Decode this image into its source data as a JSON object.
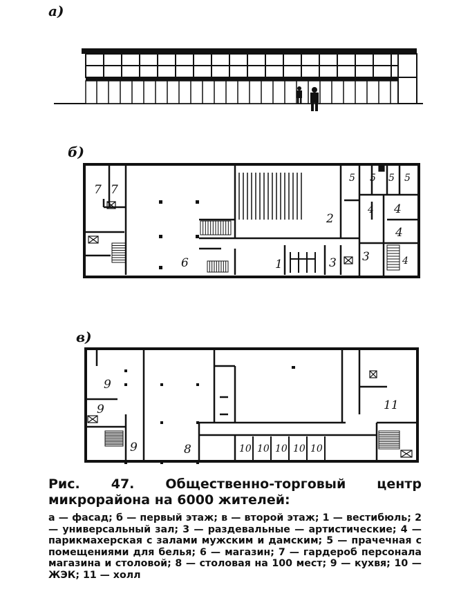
{
  "panels": {
    "a": {
      "label": "а)"
    },
    "b": {
      "label": "б)",
      "rooms": [
        "7",
        "7",
        "6",
        "2",
        "1",
        "3",
        "3",
        "5",
        "5",
        "5",
        "5",
        "4",
        "4",
        "4",
        "4"
      ]
    },
    "c": {
      "label": "в)",
      "rooms": [
        "9",
        "9",
        "9",
        "8",
        "10",
        "10",
        "10",
        "10",
        "10",
        "11"
      ]
    }
  },
  "caption": {
    "title": "Рис. 47. Общественно-торговый центр микрорайона на 6000 жителей:",
    "legend": "а — фасад; б — первый этаж; в — второй этаж; 1 — вестибюль; 2 — универсальный зал; 3 — раздевальные — артистические; 4 — парикмахерская с залами мужским и дамским; 5 — прачечная с помещениями для белья; 6 — магазин; 7 — гардероб персонала магазина и столовой; 8 — столовая на 100 мест; 9 — кухвя; 10 — ЖЭК; 11 — холл"
  }
}
